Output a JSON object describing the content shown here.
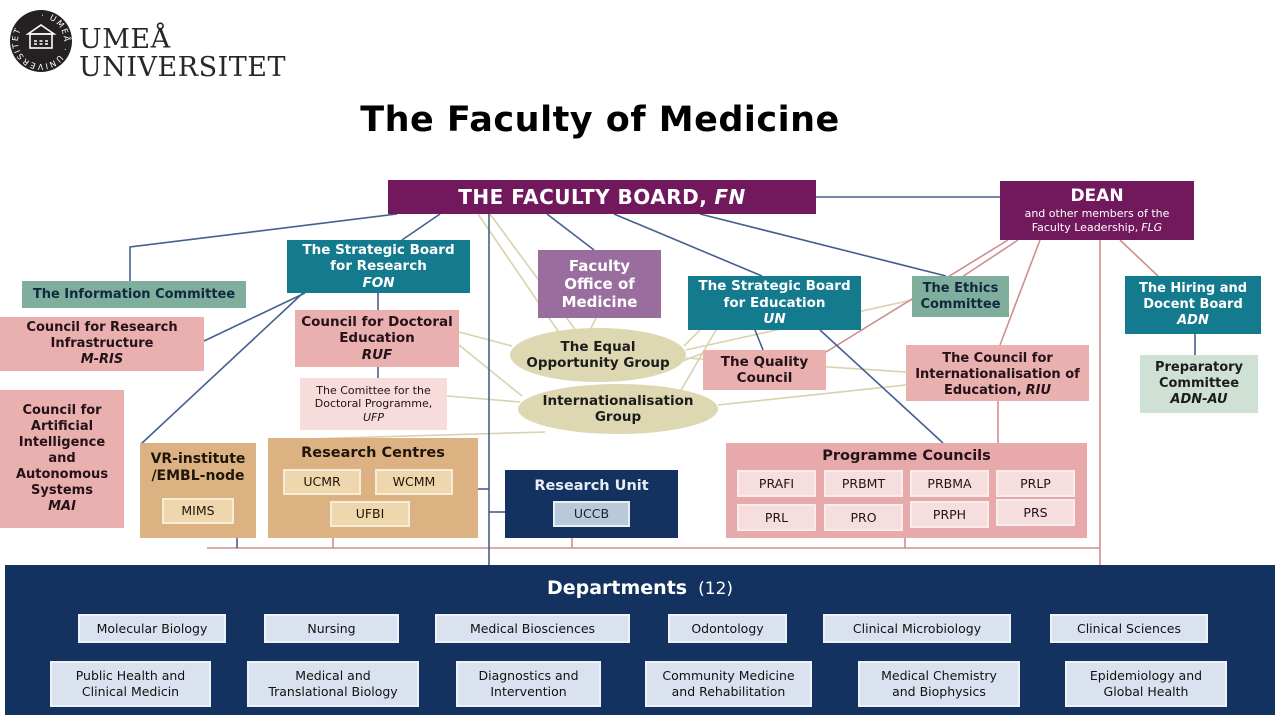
{
  "brand": {
    "wordmark": "UMEÅ\nUNIVERSITET",
    "seal_text": "· UMEÅ · UNIVERSITET"
  },
  "title": "The Faculty of Medicine",
  "board": {
    "label": "THE FACULTY BOARD,",
    "abbr": "FN"
  },
  "dean": {
    "title": "DEAN",
    "subtitle": "and other members of the\nFaculty Leadership,",
    "abbr": "FLG"
  },
  "committees": {
    "information": {
      "label": "The Information Committee"
    },
    "mris": {
      "label": "Council for Research\nInfrastructure",
      "abbr": "M-RIS"
    },
    "mai": {
      "label": "Council for\nArtificial\nIntelligence\nand\nAutonomous\nSystems",
      "abbr": "MAI"
    },
    "fon": {
      "label": "The Strategic Board\nfor Research",
      "abbr": "FON"
    },
    "ruf": {
      "label": "Council for Doctoral\nEducation",
      "abbr": "RUF"
    },
    "ufp": {
      "label": "The Comittee for the\nDoctoral Programme,",
      "abbr": "UFP"
    },
    "office": {
      "label": "Faculty\nOffice of\nMedicine"
    },
    "equal_opportunity": {
      "label": "The Equal\nOpportunity Group"
    },
    "internationalisation": {
      "label": "Internationalisation Group"
    },
    "un": {
      "label": "The Strategic Board\nfor Education",
      "abbr": "UN"
    },
    "quality": {
      "label": "The Quality\nCouncil"
    },
    "ethics": {
      "label": "The Ethics\nCommittee"
    },
    "riu": {
      "label": "The Council for\nInternationalisation of\nEducation,",
      "abbr": "RIU"
    },
    "adn": {
      "label": "The Hiring and\nDocent Board",
      "abbr": "ADN"
    },
    "adn_au": {
      "label": "Preparatory\nCommittee",
      "abbr": "ADN-AU"
    }
  },
  "research": {
    "vr": {
      "label": "VR-institute\n/EMBL-node",
      "units": [
        "MIMS"
      ]
    },
    "centres": {
      "label": "Research Centres",
      "units": [
        "UCMR",
        "WCMM",
        "UFBI"
      ]
    },
    "unit": {
      "label": "Research Unit",
      "units": [
        "UCCB"
      ]
    },
    "programme_councils": {
      "label": "Programme Councils",
      "row1": [
        "PRAFI",
        "PRBMT",
        "PRBMA",
        "PRLP"
      ],
      "row2": [
        "PRL",
        "PRO",
        "PRPH",
        "PRS"
      ]
    }
  },
  "departments": {
    "heading": "Departments",
    "count": "(12)",
    "row1": [
      "Molecular Biology",
      "Nursing",
      "Medical Biosciences",
      "Odontology",
      "Clinical Microbiology",
      "Clinical Sciences"
    ],
    "row2": [
      "Public Health and\nClinical Medicin",
      "Medical and\nTranslational Biology",
      "Diagnostics and\nIntervention",
      "Community Medicine\nand Rehabilitation",
      "Medical Chemistry\nand Biophysics",
      "Epidemiology and\nGlobal Health"
    ]
  },
  "colors": {
    "board_purple": "#72195e",
    "teal": "#147a8d",
    "committee_green": "#7fae9d",
    "sage": "#cfe0d4",
    "pink": "#eab0b0",
    "light_pink": "#f7dcdc",
    "tan": "#dcb282",
    "navy": "#14325f",
    "ellipse_beige": "#ddd7b2",
    "line_navy": "#44608e",
    "line_salmon": "#cf8e8e",
    "line_beige": "#d9d2ad"
  }
}
